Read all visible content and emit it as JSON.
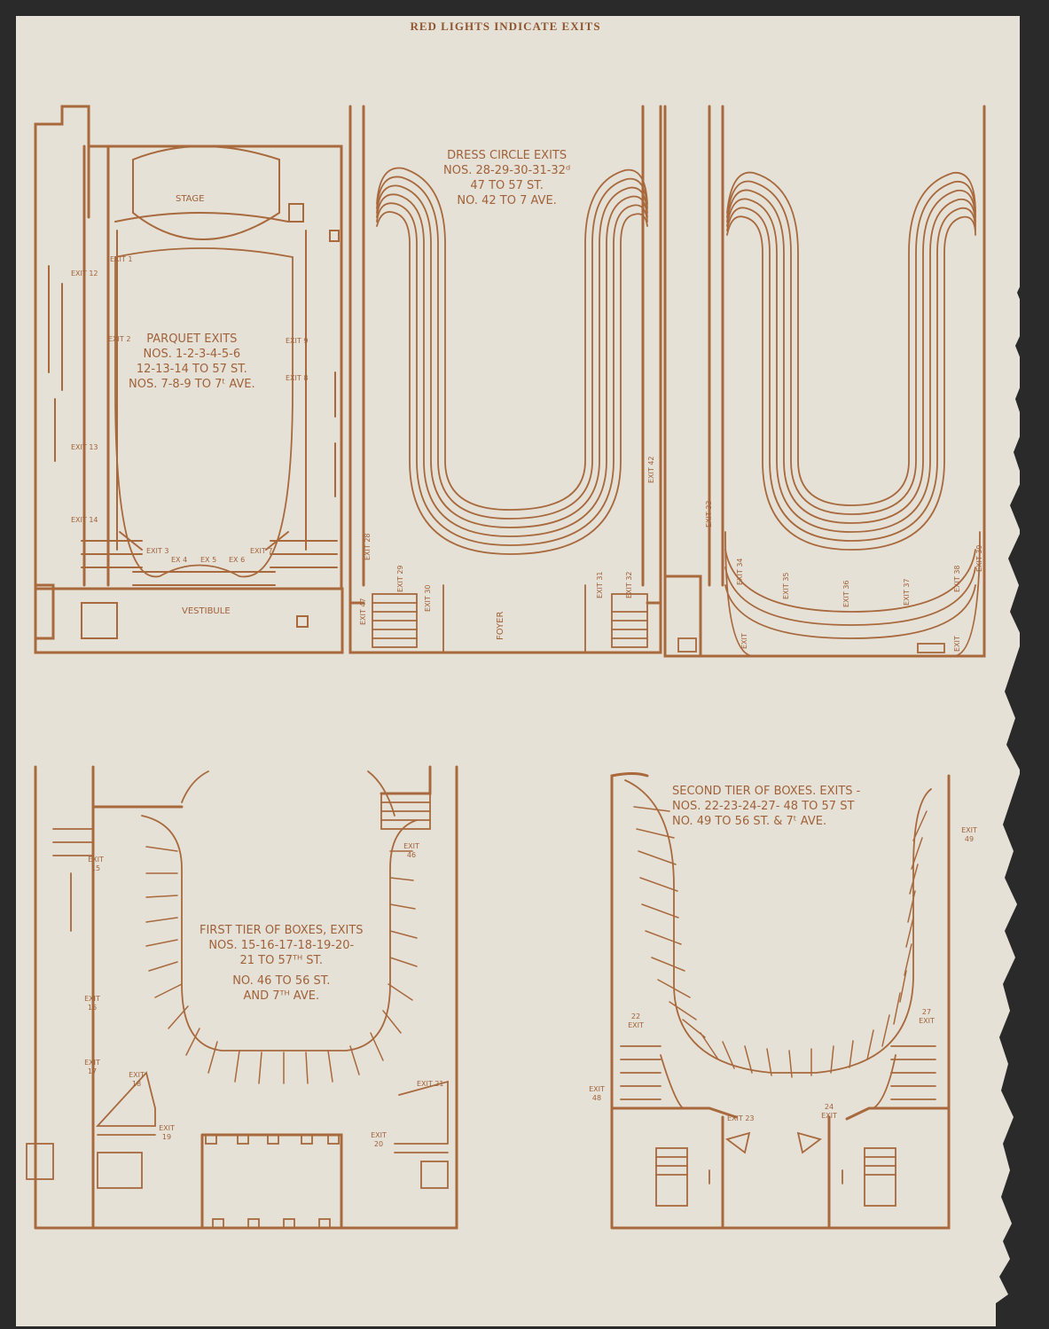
{
  "header": "RED LIGHTS INDICATE EXITS",
  "colors": {
    "ink": "#a8693d",
    "paper": "#e6e1d7",
    "background": "#2a2a2a"
  },
  "parquet": {
    "stage": "STAGE",
    "vestibule": "VESTIBULE",
    "title": "PARQUET EXITS",
    "line1": "NOS. 1-2-3-4-5-6",
    "line2": "12-13-14 TO 57 ST.",
    "line3": "NOS. 7-8-9 TO 7ᵗ AVE.",
    "exits": [
      "EXIT 1",
      "EXIT 2",
      "EXIT 9",
      "EXIT 8",
      "EXIT 12",
      "EXIT 13",
      "EXIT 14",
      "EXIT 3",
      "EX 4",
      "EX 5",
      "EX 6",
      "EXIT 7"
    ]
  },
  "dress_circle": {
    "title": "DRESS CIRCLE EXITS",
    "line1": "NOS. 28-29-30-31-32ᵈ",
    "line2": "47 TO 57 ST.",
    "line3": "NO. 42 TO 7 AVE.",
    "foyer": "FOYER",
    "exits": [
      "EXIT 28",
      "EXIT 47",
      "EXIT 29",
      "EXIT 30",
      "EXIT 31",
      "EXIT 32",
      "EXIT 42"
    ]
  },
  "balcony": {
    "exits": [
      "EXIT 33",
      "EXIT 34",
      "EXIT 35",
      "EXIT 36",
      "EXIT 37",
      "EXIT 38",
      "EXIT 39",
      "EXIT",
      "EXIT"
    ]
  },
  "first_tier": {
    "title": "FIRST TIER OF BOXES, EXITS",
    "line1": "NOS. 15-16-17-18-19-20-",
    "line2": "21 TO 57ᵀᴴ ST.",
    "line3": "NO. 46 TO 56 ST.",
    "line4": "AND 7ᵀᴴ AVE.",
    "exits": [
      "EXIT 15",
      "EXIT 46",
      "EXIT 16",
      "EXIT 17",
      "EXIT 18",
      "EXIT 21",
      "EXIT 19",
      "EXIT 20"
    ]
  },
  "second_tier": {
    "title": "SECOND TIER OF BOXES. EXITS -",
    "line1": "NOS. 22-23-24-27- 48 TO 57 ST",
    "line2": "NO. 49 TO 56 ST. & 7ᵗ AVE.",
    "exits": [
      "EXIT 49",
      "22 EXIT",
      "27 EXIT",
      "EXIT 48",
      "EXIT 23",
      "24 EXIT"
    ]
  }
}
